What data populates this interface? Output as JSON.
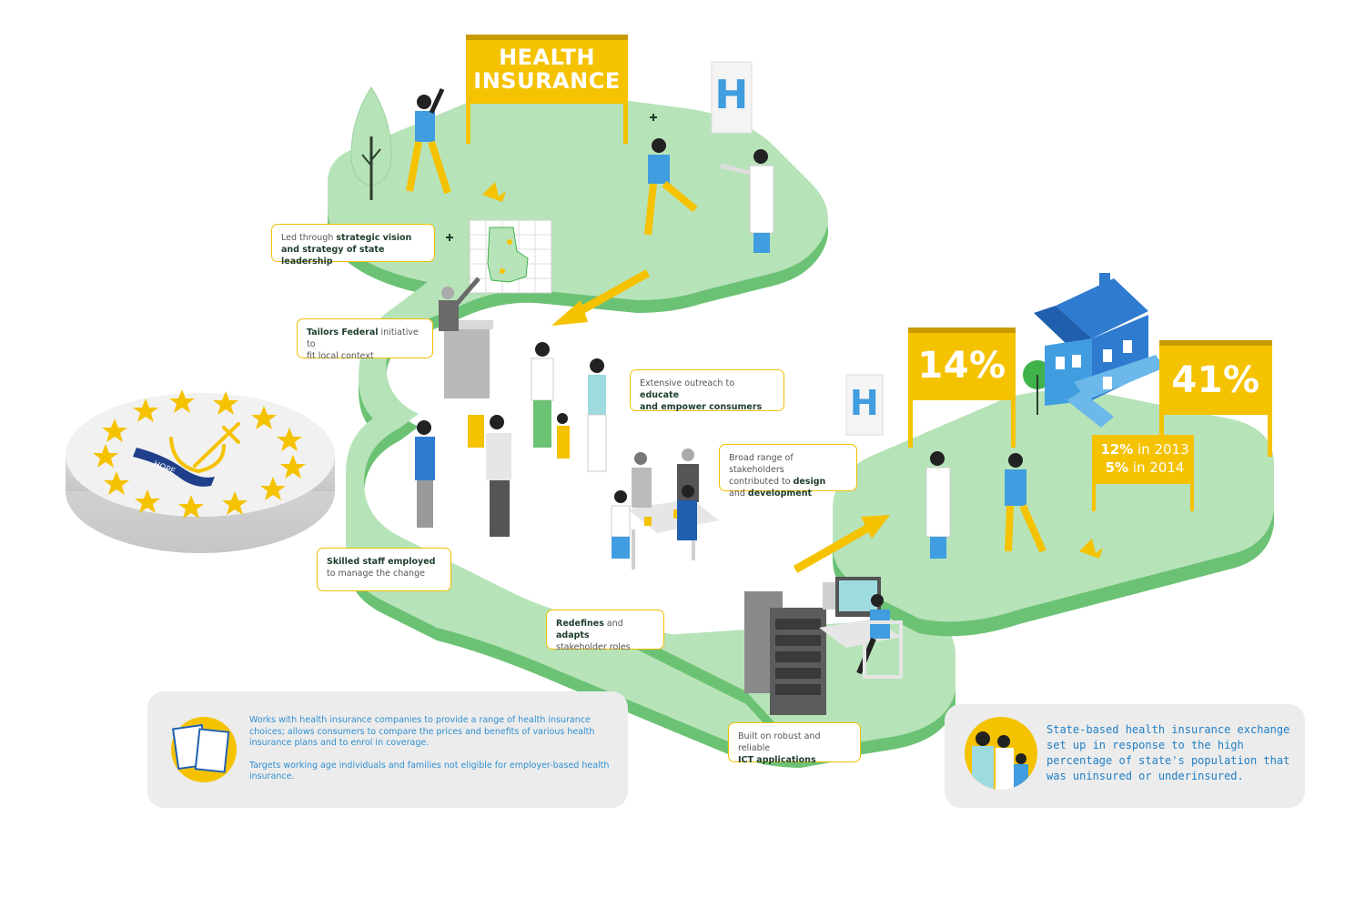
{
  "sign": {
    "line1": "HEALTH",
    "line2": "INSURANCE"
  },
  "hospital_letter": "H",
  "seal_text": "HOPE",
  "callouts": [
    {
      "id": "strategic",
      "parts": [
        {
          "t": "Led through ",
          "b": false
        },
        {
          "t": "strategic vision",
          "b": true
        },
        {
          "t": "\n",
          "b": false
        },
        {
          "t": "and strategy of state leadership",
          "b": true
        }
      ]
    },
    {
      "id": "tailors",
      "parts": [
        {
          "t": "Tailors Federal",
          "b": true
        },
        {
          "t": " initiative to\nfit local context",
          "b": false
        }
      ]
    },
    {
      "id": "outreach",
      "parts": [
        {
          "t": "Extensive outreach to ",
          "b": false
        },
        {
          "t": "educate",
          "b": true
        },
        {
          "t": "\n",
          "b": false
        },
        {
          "t": "and empower consumers",
          "b": true
        }
      ]
    },
    {
      "id": "stakeholders",
      "parts": [
        {
          "t": "Broad range of stakeholders\ncontributed to ",
          "b": false
        },
        {
          "t": "design",
          "b": true
        },
        {
          "t": "\nand ",
          "b": false
        },
        {
          "t": "development",
          "b": true
        }
      ]
    },
    {
      "id": "skilled",
      "parts": [
        {
          "t": "Skilled staff employed",
          "b": true
        },
        {
          "t": "\nto manage the change",
          "b": false
        }
      ]
    },
    {
      "id": "redefines",
      "parts": [
        {
          "t": "Redefines",
          "b": true
        },
        {
          "t": " and ",
          "b": false
        },
        {
          "t": "adapts",
          "b": true
        },
        {
          "t": "\nstakeholder roles",
          "b": false
        }
      ]
    },
    {
      "id": "ict",
      "parts": [
        {
          "t": "Built on robust and reliable\n",
          "b": false
        },
        {
          "t": "ICT applications",
          "b": true
        }
      ]
    }
  ],
  "stats": {
    "left_percent": "14%",
    "right_percent": "41%",
    "sub": [
      {
        "value": "12%",
        "label": " in 2013"
      },
      {
        "value": "5%",
        "label": " in 2014"
      }
    ]
  },
  "left_info": {
    "p1": "Works with health insurance companies to provide a range of health insurance choices; allows consumers to compare the prices and benefits of various health insurance plans and to enrol in coverage.",
    "p2": "Targets working age individuals and families not eligible for employer-based health insurance."
  },
  "right_info": {
    "text": "State-based health insurance exchange set up in response to the high percentage of state's population that was uninsured or underinsured."
  },
  "colors": {
    "platform_top": "#b7e3b9",
    "platform_side": "#6cc274",
    "accent_yellow": "#f5c200",
    "hospital_blue": "#3f9de0",
    "text_blue": "#2f8fd0"
  }
}
